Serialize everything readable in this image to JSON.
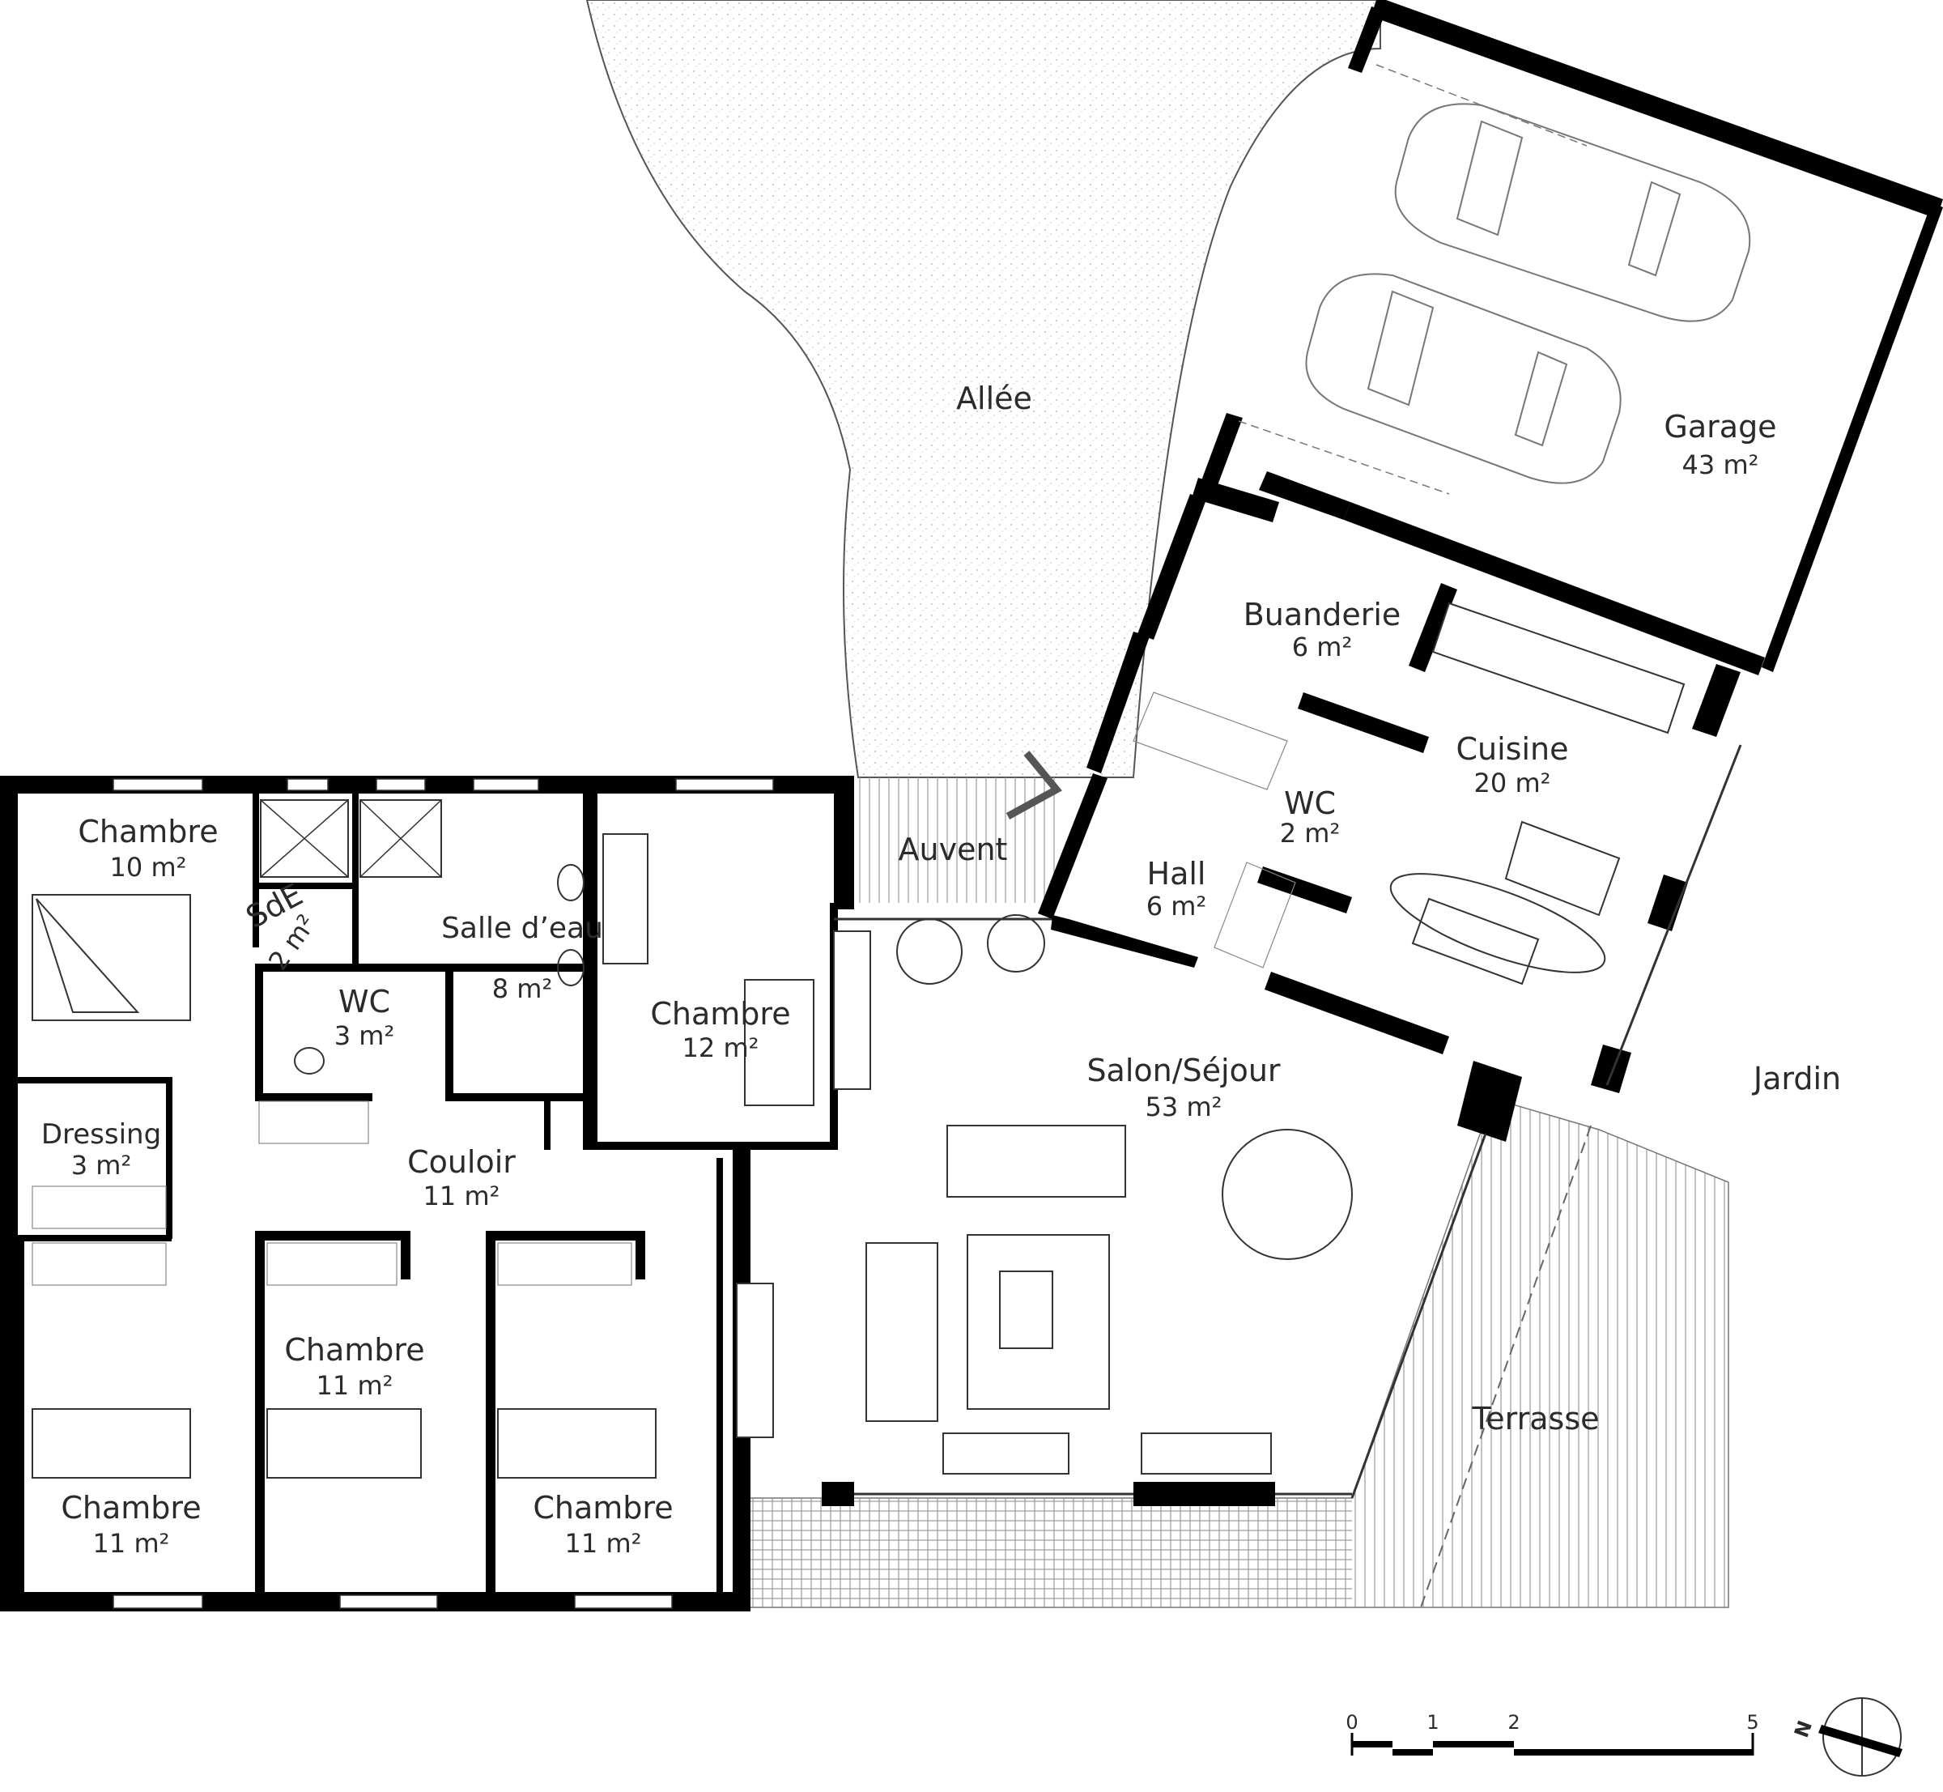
{
  "rooms": [
    {
      "id": "chambre-1",
      "name": "Chambre",
      "area": "10 m²"
    },
    {
      "id": "sde",
      "name": "SdE",
      "area": "2 m²"
    },
    {
      "id": "wc-1",
      "name": "WC",
      "area": "3 m²"
    },
    {
      "id": "salle-deau",
      "name": "Salle d’eau",
      "area": "8 m²"
    },
    {
      "id": "chambre-2",
      "name": "Chambre",
      "area": "12 m²"
    },
    {
      "id": "dressing",
      "name": "Dressing",
      "area": "3 m²"
    },
    {
      "id": "couloir",
      "name": "Couloir",
      "area": "11 m²"
    },
    {
      "id": "chambre-3",
      "name": "Chambre",
      "area": "11 m²"
    },
    {
      "id": "chambre-4",
      "name": "Chambre",
      "area": "11 m²"
    },
    {
      "id": "chambre-5",
      "name": "Chambre",
      "area": "11 m²"
    },
    {
      "id": "hall",
      "name": "Hall",
      "area": "6 m²"
    },
    {
      "id": "wc-2",
      "name": "WC",
      "area": "2 m²"
    },
    {
      "id": "buanderie",
      "name": "Buanderie",
      "area": "6 m²"
    },
    {
      "id": "cuisine",
      "name": "Cuisine",
      "area": "20 m²"
    },
    {
      "id": "salon",
      "name": "Salon/Séjour",
      "area": "53 m²"
    },
    {
      "id": "garage",
      "name": "Garage",
      "area": "43 m²"
    }
  ],
  "outdoor": {
    "allee": "Allée",
    "auvent": "Auvent",
    "jardin": "Jardin",
    "terrasse": "Terrasse"
  },
  "scale": {
    "ticks": [
      "0",
      "1",
      "2",
      "5"
    ]
  },
  "compass": {
    "label": "N"
  }
}
